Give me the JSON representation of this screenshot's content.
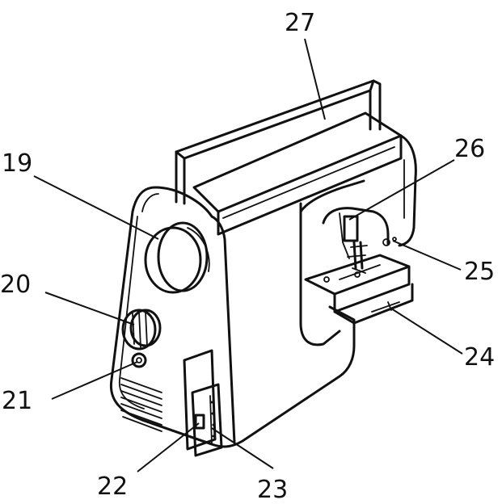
{
  "callouts": [
    {
      "id": "c19",
      "text": "19"
    },
    {
      "id": "c20",
      "text": "20"
    },
    {
      "id": "c21",
      "text": "21"
    },
    {
      "id": "c22",
      "text": "22"
    },
    {
      "id": "c23",
      "text": "23"
    },
    {
      "id": "c24",
      "text": "24"
    },
    {
      "id": "c25",
      "text": "25"
    },
    {
      "id": "c26",
      "text": "26"
    },
    {
      "id": "c27",
      "text": "27"
    }
  ]
}
